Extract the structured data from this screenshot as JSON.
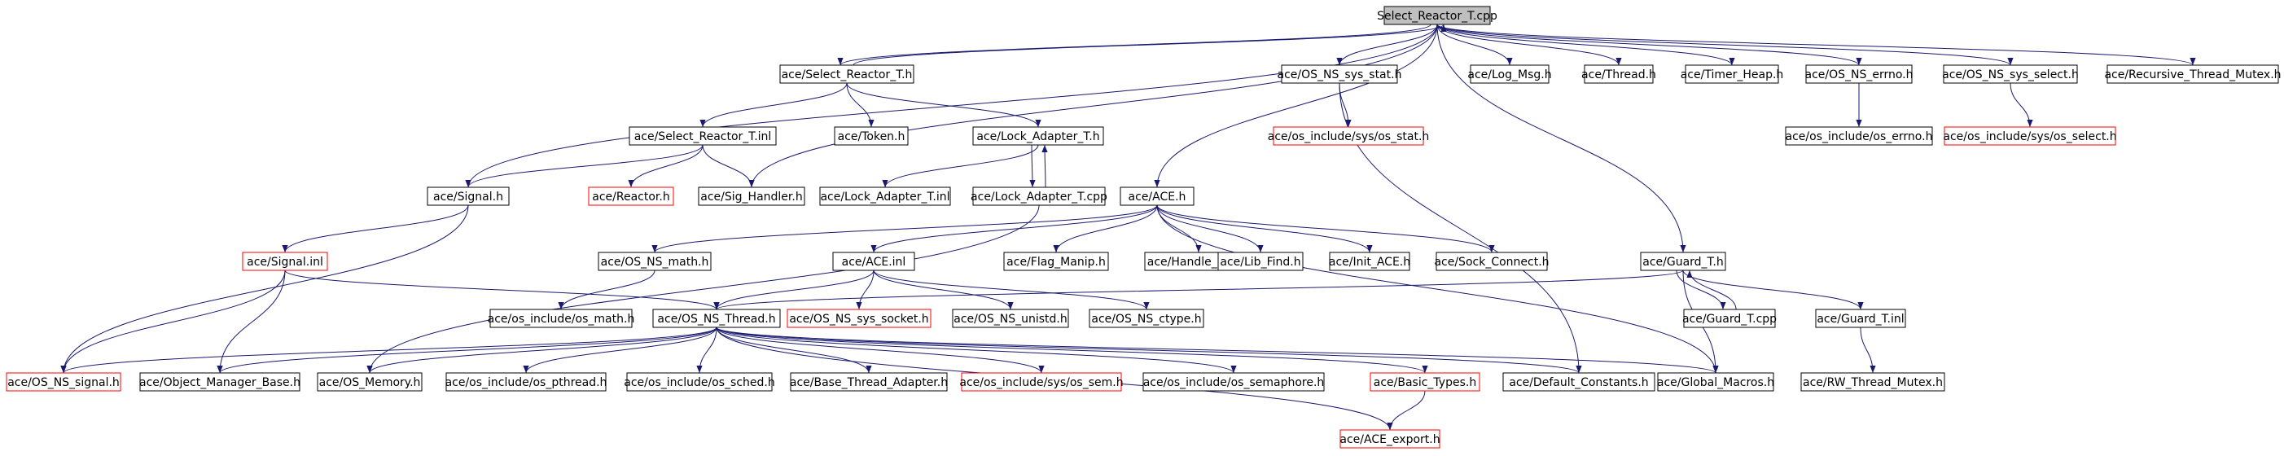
{
  "colors": {
    "edge": "#191970",
    "normal_border": "#000000",
    "missing_border": "#ff0000",
    "root_fill": "#bfbfbf",
    "node_fill": "#ffffff"
  },
  "nodes": [
    {
      "id": "root",
      "label": "Select_Reactor_T.cpp",
      "kind": "root"
    },
    {
      "id": "srth",
      "label": "ace/Select_Reactor_T.h",
      "kind": "normal"
    },
    {
      "id": "oss",
      "label": "ace/OS_NS_sys_stat.h",
      "kind": "normal"
    },
    {
      "id": "logmsg",
      "label": "ace/Log_Msg.h",
      "kind": "normal"
    },
    {
      "id": "thread",
      "label": "ace/Thread.h",
      "kind": "normal"
    },
    {
      "id": "timerheap",
      "label": "ace/Timer_Heap.h",
      "kind": "normal"
    },
    {
      "id": "errno",
      "label": "ace/OS_NS_errno.h",
      "kind": "normal"
    },
    {
      "id": "sysselect",
      "label": "ace/OS_NS_sys_select.h",
      "kind": "normal"
    },
    {
      "id": "rtm",
      "label": "ace/Recursive_Thread_Mutex.h",
      "kind": "normal"
    },
    {
      "id": "srtinl",
      "label": "ace/Select_Reactor_T.inl",
      "kind": "normal"
    },
    {
      "id": "token",
      "label": "ace/Token.h",
      "kind": "normal"
    },
    {
      "id": "lath",
      "label": "ace/Lock_Adapter_T.h",
      "kind": "normal"
    },
    {
      "id": "osstat",
      "label": "ace/os_include/sys/os_stat.h",
      "kind": "missing"
    },
    {
      "id": "oserrno",
      "label": "ace/os_include/os_errno.h",
      "kind": "normal"
    },
    {
      "id": "osselect",
      "label": "ace/os_include/sys/os_select.h",
      "kind": "missing"
    },
    {
      "id": "signalh",
      "label": "ace/Signal.h",
      "kind": "normal"
    },
    {
      "id": "reactorh",
      "label": "ace/Reactor.h",
      "kind": "missing"
    },
    {
      "id": "sighandler",
      "label": "ace/Sig_Handler.h",
      "kind": "normal"
    },
    {
      "id": "latinl",
      "label": "ace/Lock_Adapter_T.inl",
      "kind": "normal"
    },
    {
      "id": "latcpp",
      "label": "ace/Lock_Adapter_T.cpp",
      "kind": "normal"
    },
    {
      "id": "aceh",
      "label": "ace/ACE.h",
      "kind": "normal"
    },
    {
      "id": "signalinl",
      "label": "ace/Signal.inl",
      "kind": "missing"
    },
    {
      "id": "osmath",
      "label": "ace/OS_NS_math.h",
      "kind": "normal"
    },
    {
      "id": "aceinl",
      "label": "ace/ACE.inl",
      "kind": "normal"
    },
    {
      "id": "flag",
      "label": "ace/Flag_Manip.h",
      "kind": "normal"
    },
    {
      "id": "handleops",
      "label": "ace/Handle_Ops.h",
      "kind": "normal"
    },
    {
      "id": "libfind",
      "label": "ace/Lib_Find.h",
      "kind": "normal"
    },
    {
      "id": "initace",
      "label": "ace/Init_ACE.h",
      "kind": "normal"
    },
    {
      "id": "sockconnect",
      "label": "ace/Sock_Connect.h",
      "kind": "normal"
    },
    {
      "id": "guardth",
      "label": "ace/Guard_T.h",
      "kind": "normal"
    },
    {
      "id": "osincmath",
      "label": "ace/os_include/os_math.h",
      "kind": "normal"
    },
    {
      "id": "osthread",
      "label": "ace/OS_NS_Thread.h",
      "kind": "normal"
    },
    {
      "id": "syssocket",
      "label": "ace/OS_NS_sys_socket.h",
      "kind": "missing"
    },
    {
      "id": "unistd",
      "label": "ace/OS_NS_unistd.h",
      "kind": "normal"
    },
    {
      "id": "ctype",
      "label": "ace/OS_NS_ctype.h",
      "kind": "normal"
    },
    {
      "id": "guardcpp",
      "label": "ace/Guard_T.cpp",
      "kind": "normal"
    },
    {
      "id": "guardinl",
      "label": "ace/Guard_T.inl",
      "kind": "normal"
    },
    {
      "id": "ossignal",
      "label": "ace/OS_NS_signal.h",
      "kind": "missing"
    },
    {
      "id": "omb",
      "label": "ace/Object_Manager_Base.h",
      "kind": "normal"
    },
    {
      "id": "osmemory",
      "label": "ace/OS_Memory.h",
      "kind": "normal"
    },
    {
      "id": "ospthread",
      "label": "ace/os_include/os_pthread.h",
      "kind": "normal"
    },
    {
      "id": "ossched",
      "label": "ace/os_include/os_sched.h",
      "kind": "normal"
    },
    {
      "id": "bta",
      "label": "ace/Base_Thread_Adapter.h",
      "kind": "normal"
    },
    {
      "id": "ossem",
      "label": "ace/os_include/sys/os_sem.h",
      "kind": "missing"
    },
    {
      "id": "ossemaphore",
      "label": "ace/os_include/os_semaphore.h",
      "kind": "normal"
    },
    {
      "id": "basictypes",
      "label": "ace/Basic_Types.h",
      "kind": "missing"
    },
    {
      "id": "defconst",
      "label": "ace/Default_Constants.h",
      "kind": "normal"
    },
    {
      "id": "globalmacros",
      "label": "ace/Global_Macros.h",
      "kind": "normal"
    },
    {
      "id": "rtmutex",
      "label": "ace/RW_Thread_Mutex.h",
      "kind": "normal"
    },
    {
      "id": "aceexport",
      "label": "ace/ACE_export.h",
      "kind": "missing"
    }
  ]
}
